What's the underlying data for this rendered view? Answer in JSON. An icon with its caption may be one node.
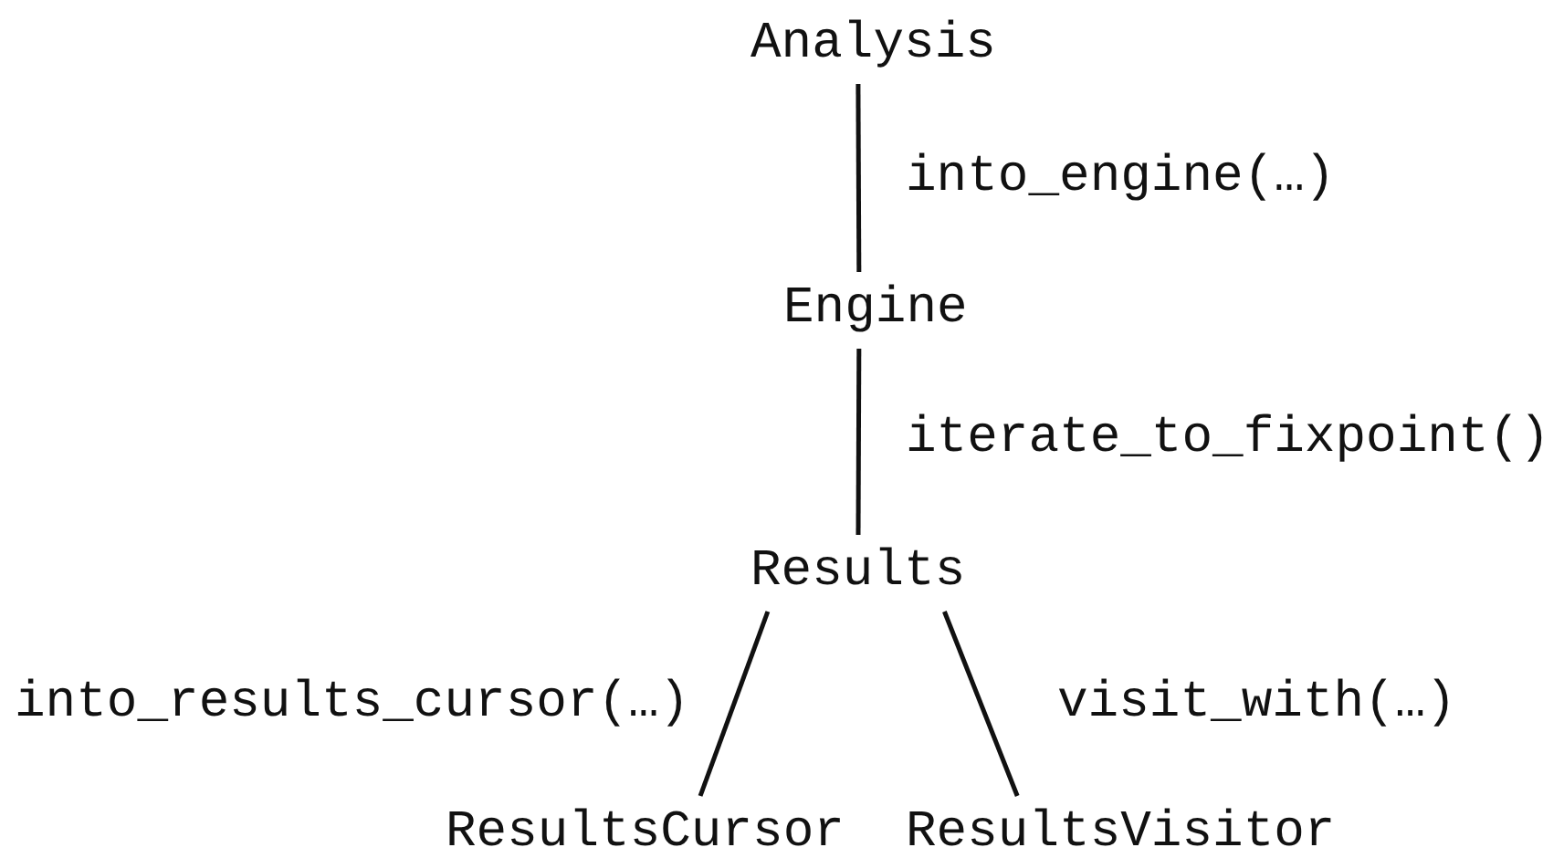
{
  "diagram": {
    "nodes": [
      {
        "text": [
          "Analysis"
        ]
      },
      {
        "text": [
          "Engine"
        ]
      },
      {
        "text": [
          "Results"
        ]
      },
      {
        "text": [
          "ResultsCursor"
        ]
      },
      {
        "text": [
          "ResultsVisitor"
        ]
      }
    ],
    "edges": [
      {
        "from": 0,
        "to": 1,
        "arrow": "none",
        "label": "into_engine(…)"
      },
      {
        "from": 1,
        "to": 2,
        "arrow": "none",
        "label": "iterate_to_fixpoint()"
      },
      {
        "from": 2,
        "to": 3,
        "arrow": "none",
        "label": "into_results_cursor(…)"
      },
      {
        "from": 2,
        "to": 4,
        "arrow": "none",
        "label": "visit_with(…)"
      }
    ]
  }
}
